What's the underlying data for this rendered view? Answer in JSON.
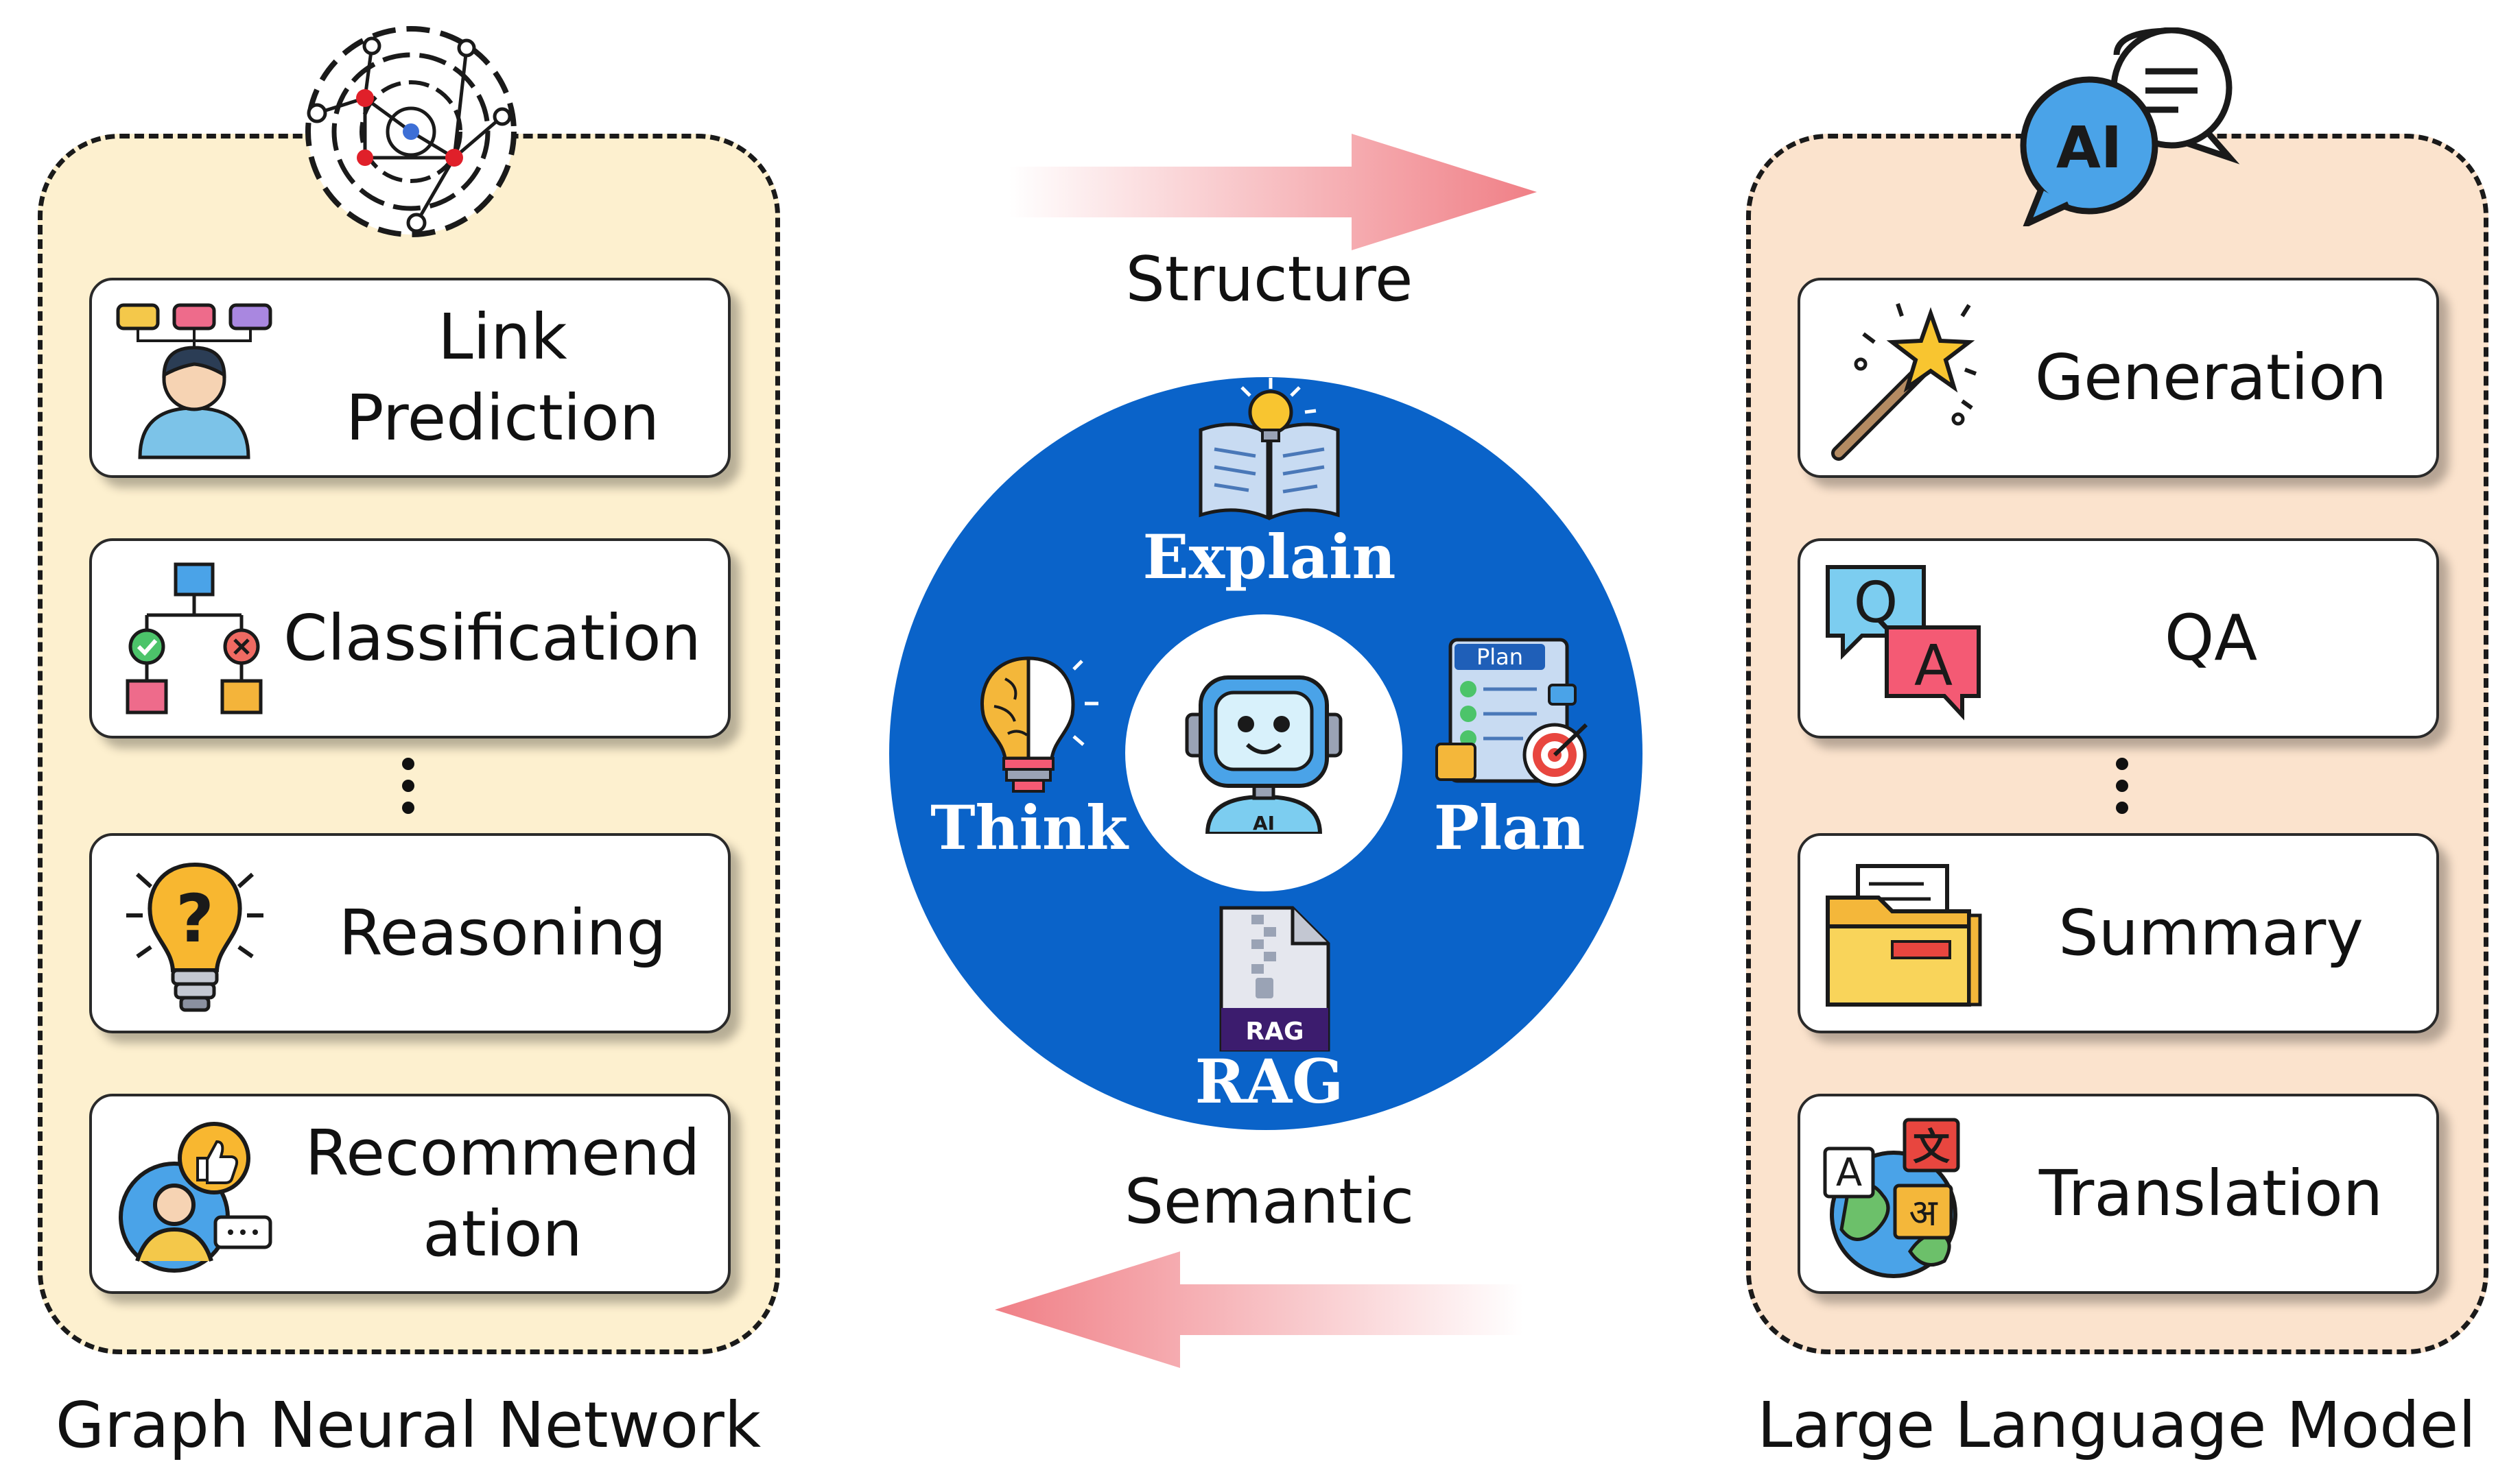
{
  "gnn": {
    "caption": "Graph Neural Network",
    "tasks": [
      {
        "label": "Link Prediction",
        "icon": "user-decision-icon"
      },
      {
        "label": "Classification",
        "icon": "decision-tree-icon"
      },
      {
        "label": "Reasoning",
        "icon": "question-bulb-icon"
      },
      {
        "label": "Recommendation",
        "icon": "thumbs-up-user-icon"
      }
    ],
    "header_icon": "network-graph-icon"
  },
  "llm": {
    "caption": "Large Language Model",
    "tasks": [
      {
        "label": "Generation",
        "icon": "magic-wand-icon"
      },
      {
        "label": "QA",
        "icon": "qa-bubbles-icon"
      },
      {
        "label": "Summary",
        "icon": "folder-documents-icon"
      },
      {
        "label": "Translation",
        "icon": "globe-translate-icon"
      }
    ],
    "header_icon": "ai-chat-icon",
    "header_badge": "AI"
  },
  "arrows": {
    "top": {
      "label": "Structure",
      "direction": "right"
    },
    "bottom": {
      "label": "Semantic",
      "direction": "left"
    }
  },
  "center": {
    "color": "#0a63c9",
    "items": [
      {
        "label": "Explain",
        "icon": "open-book-bulb-icon"
      },
      {
        "label": "Think",
        "icon": "brain-bulb-icon"
      },
      {
        "label": "Plan",
        "icon": "plan-target-icon",
        "badge": "Plan"
      },
      {
        "label": "RAG",
        "icon": "zip-file-icon",
        "badge": "RAG"
      }
    ],
    "hub_icon": "ai-robot-icon",
    "hub_badge": "AI"
  },
  "colors": {
    "gnn_panel": "#fdf0cf",
    "llm_panel": "#fbe3cd",
    "arrow": "#f07f86"
  }
}
